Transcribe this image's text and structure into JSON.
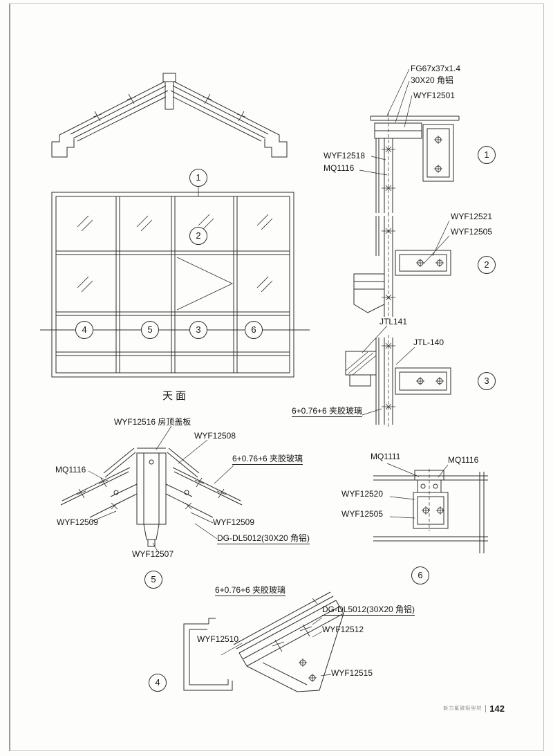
{
  "callouts": {
    "c1": "1",
    "c2": "2",
    "c3": "3",
    "c4": "4",
    "c5": "5",
    "c6": "6"
  },
  "plan": {
    "caption": "天面"
  },
  "detail1": {
    "l1": "FG67x37x1.4",
    "l2": "30X20 角铝",
    "l3": "WYF12501",
    "l4": "WYF12518",
    "l5": "MQ1116"
  },
  "detail2": {
    "l1": "WYF12521",
    "l2": "WYF12505"
  },
  "detail3": {
    "l1": "JTL141",
    "l2": "JTL-140",
    "l3": "6+0.76+6 夹胶玻璃"
  },
  "detail4": {
    "l1": "6+0.76+6 夹胶玻璃",
    "l2": "DG-DL5012(30X20 角铝)",
    "l3": "WYF12510",
    "l4": "WYF12512",
    "l5": "WYF12515"
  },
  "detail5": {
    "l1": "WYF12516 房顶盖板",
    "l2": "WYF12508",
    "l3": "6+0.76+6 夹胶玻璃",
    "l4": "MQ1116",
    "l5": "WYF12509",
    "l6": "WYF12509",
    "l7": "DG-DL5012(30X20 角铝)",
    "l8": "WYF12507"
  },
  "detail6": {
    "l1": "MQ1111",
    "l2": "MQ1116",
    "l3": "WYF12520",
    "l4": "WYF12505"
  },
  "footer": {
    "brand": "新力氟碳铝型材",
    "page": "142"
  }
}
